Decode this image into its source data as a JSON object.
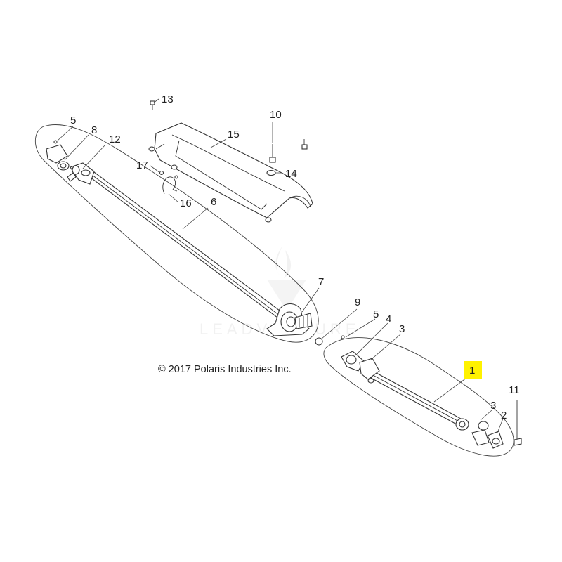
{
  "copyright": "© 2017 Polaris Industries Inc.",
  "watermark_text": "LEADVENTURE",
  "highlight_color": "#fff200",
  "callouts": {
    "c1": "1",
    "c2": "2",
    "c3a": "3",
    "c3b": "3",
    "c4": "4",
    "c5a": "5",
    "c5b": "5",
    "c6": "6",
    "c7": "7",
    "c8": "8",
    "c9": "9",
    "c10": "10",
    "c11": "11",
    "c12": "12",
    "c13": "13",
    "c14": "14",
    "c15": "15",
    "c16": "16",
    "c17": "17"
  }
}
